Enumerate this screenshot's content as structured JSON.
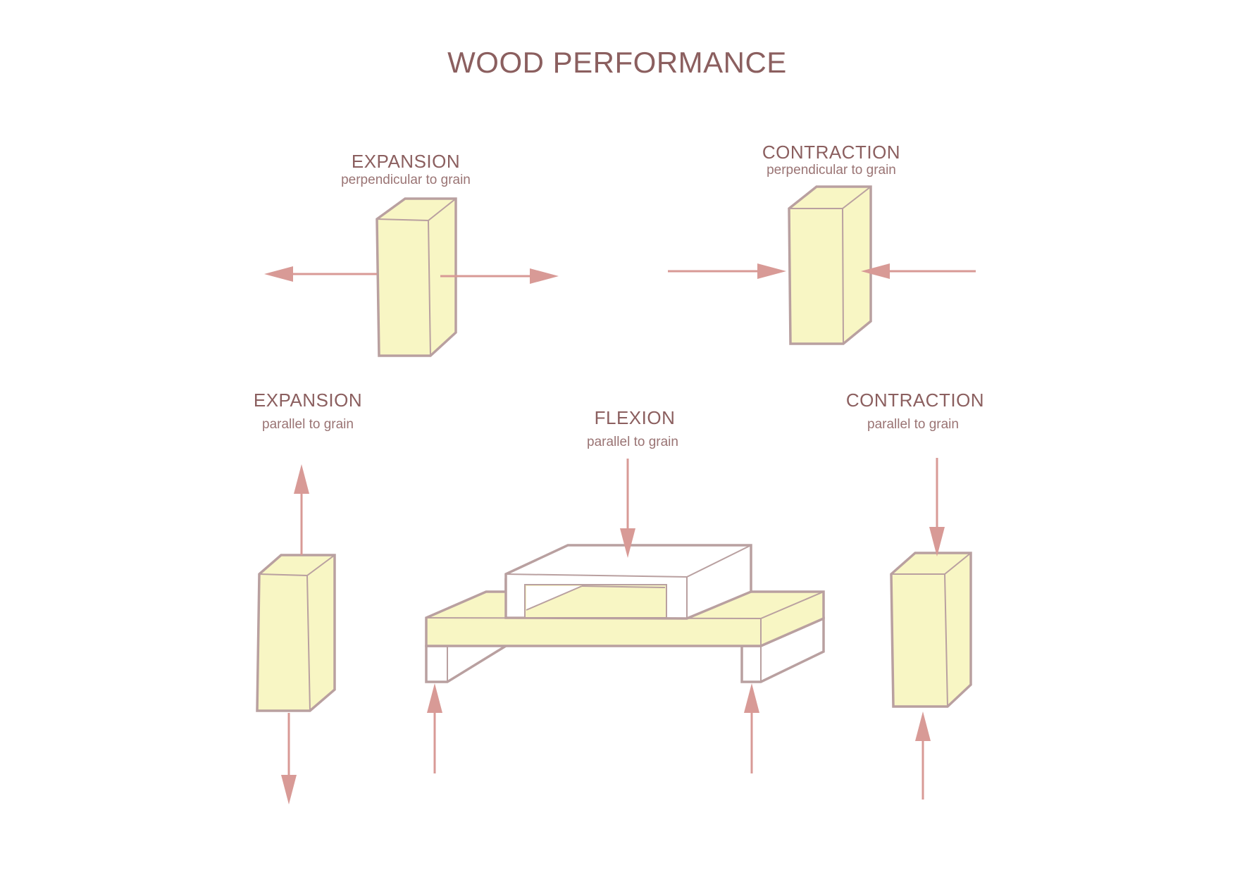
{
  "title": "WOOD PERFORMANCE",
  "panels": {
    "expansion_perpendicular": {
      "label": "EXPANSION",
      "sublabel": "perpendicular to grain"
    },
    "contraction_perpendicular": {
      "label": "CONTRACTION",
      "sublabel": "perpendicular to grain"
    },
    "expansion_parallel": {
      "label": "EXPANSION",
      "sublabel": "parallel to grain"
    },
    "flexion_parallel": {
      "label": "FLEXION",
      "sublabel": "parallel to grain"
    },
    "contraction_parallel": {
      "label": "CONTRACTION",
      "sublabel": "parallel to grain"
    }
  },
  "colors": {
    "wood_fill": "#f8f6c4",
    "outline": "#b9a0a0",
    "arrow": "#d89a96",
    "text": "#8b5f5f"
  }
}
